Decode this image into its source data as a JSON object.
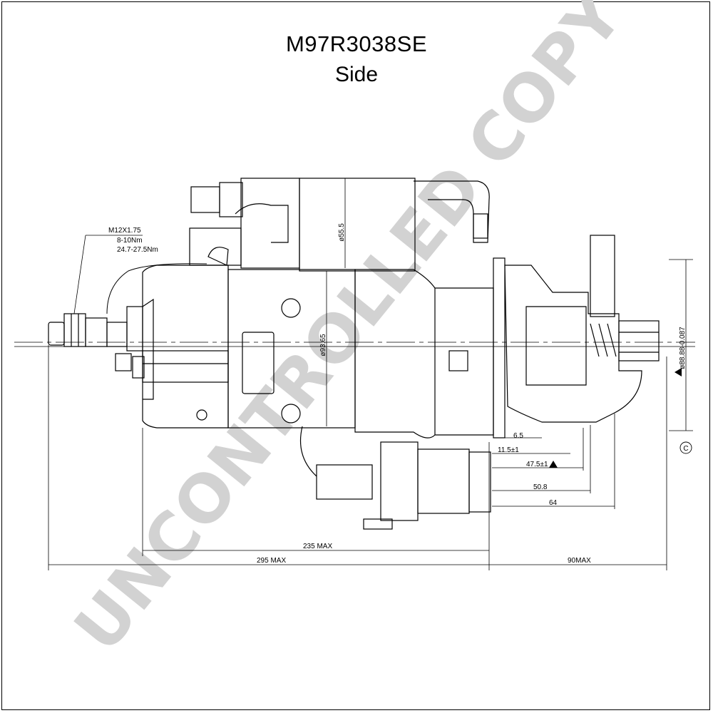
{
  "title": "M97R3038SE",
  "subtitle": "Side",
  "watermark": "UNCONTROLLED COPY",
  "callout": {
    "thread": "M12X1.75",
    "torque_1": "8-10Nm",
    "torque_2": "24.7-27.5Nm"
  },
  "labels": {
    "dia_solenoid": "ø55.5",
    "dia_body": "ø93.65",
    "dia_pinion": "ø88.88-0.087"
  },
  "dimensions": {
    "d_6_5": "6.5",
    "d_11_5": "11.5±1",
    "d_47_5": "47.5±1",
    "d_50_8": "50.8",
    "d_64": "64",
    "d_235": "235 MAX",
    "d_295": "295 MAX",
    "d_90": "90MAX"
  },
  "datum": "C",
  "colors": {
    "line": "#000000",
    "watermark": "#d2d2d2"
  }
}
